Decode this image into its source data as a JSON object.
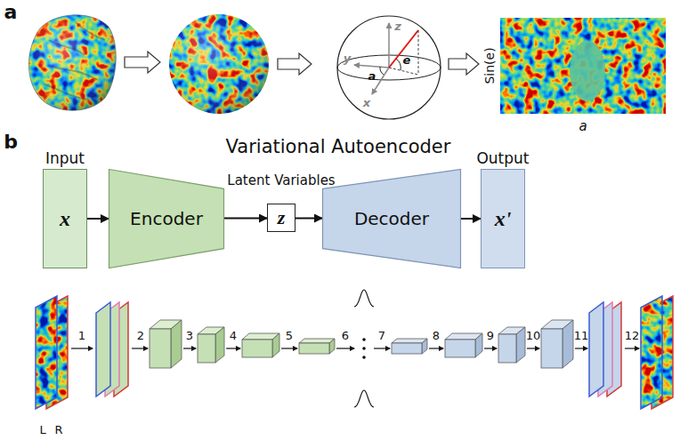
{
  "diagram": {
    "title": "Variational Autoencoder",
    "nodes": [
      {
        "text": [
          "Input",
          "x"
        ]
      },
      {
        "text": [
          "Encoder"
        ]
      },
      {
        "text": [
          "Latent Variables",
          "z"
        ]
      },
      {
        "text": [
          "Decoder"
        ]
      },
      {
        "text": [
          "Output",
          "x'"
        ]
      }
    ],
    "edges": [
      {
        "from": 0,
        "to": 1,
        "arrow": "to"
      },
      {
        "from": 1,
        "to": 2,
        "arrow": "to"
      },
      {
        "from": 2,
        "to": 3,
        "arrow": "to"
      },
      {
        "from": 3,
        "to": 4,
        "arrow": "to"
      }
    ],
    "labels": [
      "a",
      "b",
      "z",
      "y",
      "x",
      "e",
      "a",
      "Sin(e)",
      "a",
      "1",
      "2",
      "3",
      "4",
      "5",
      "6",
      "7",
      "8",
      "9",
      "10",
      "11",
      "12",
      "L",
      "R"
    ]
  }
}
